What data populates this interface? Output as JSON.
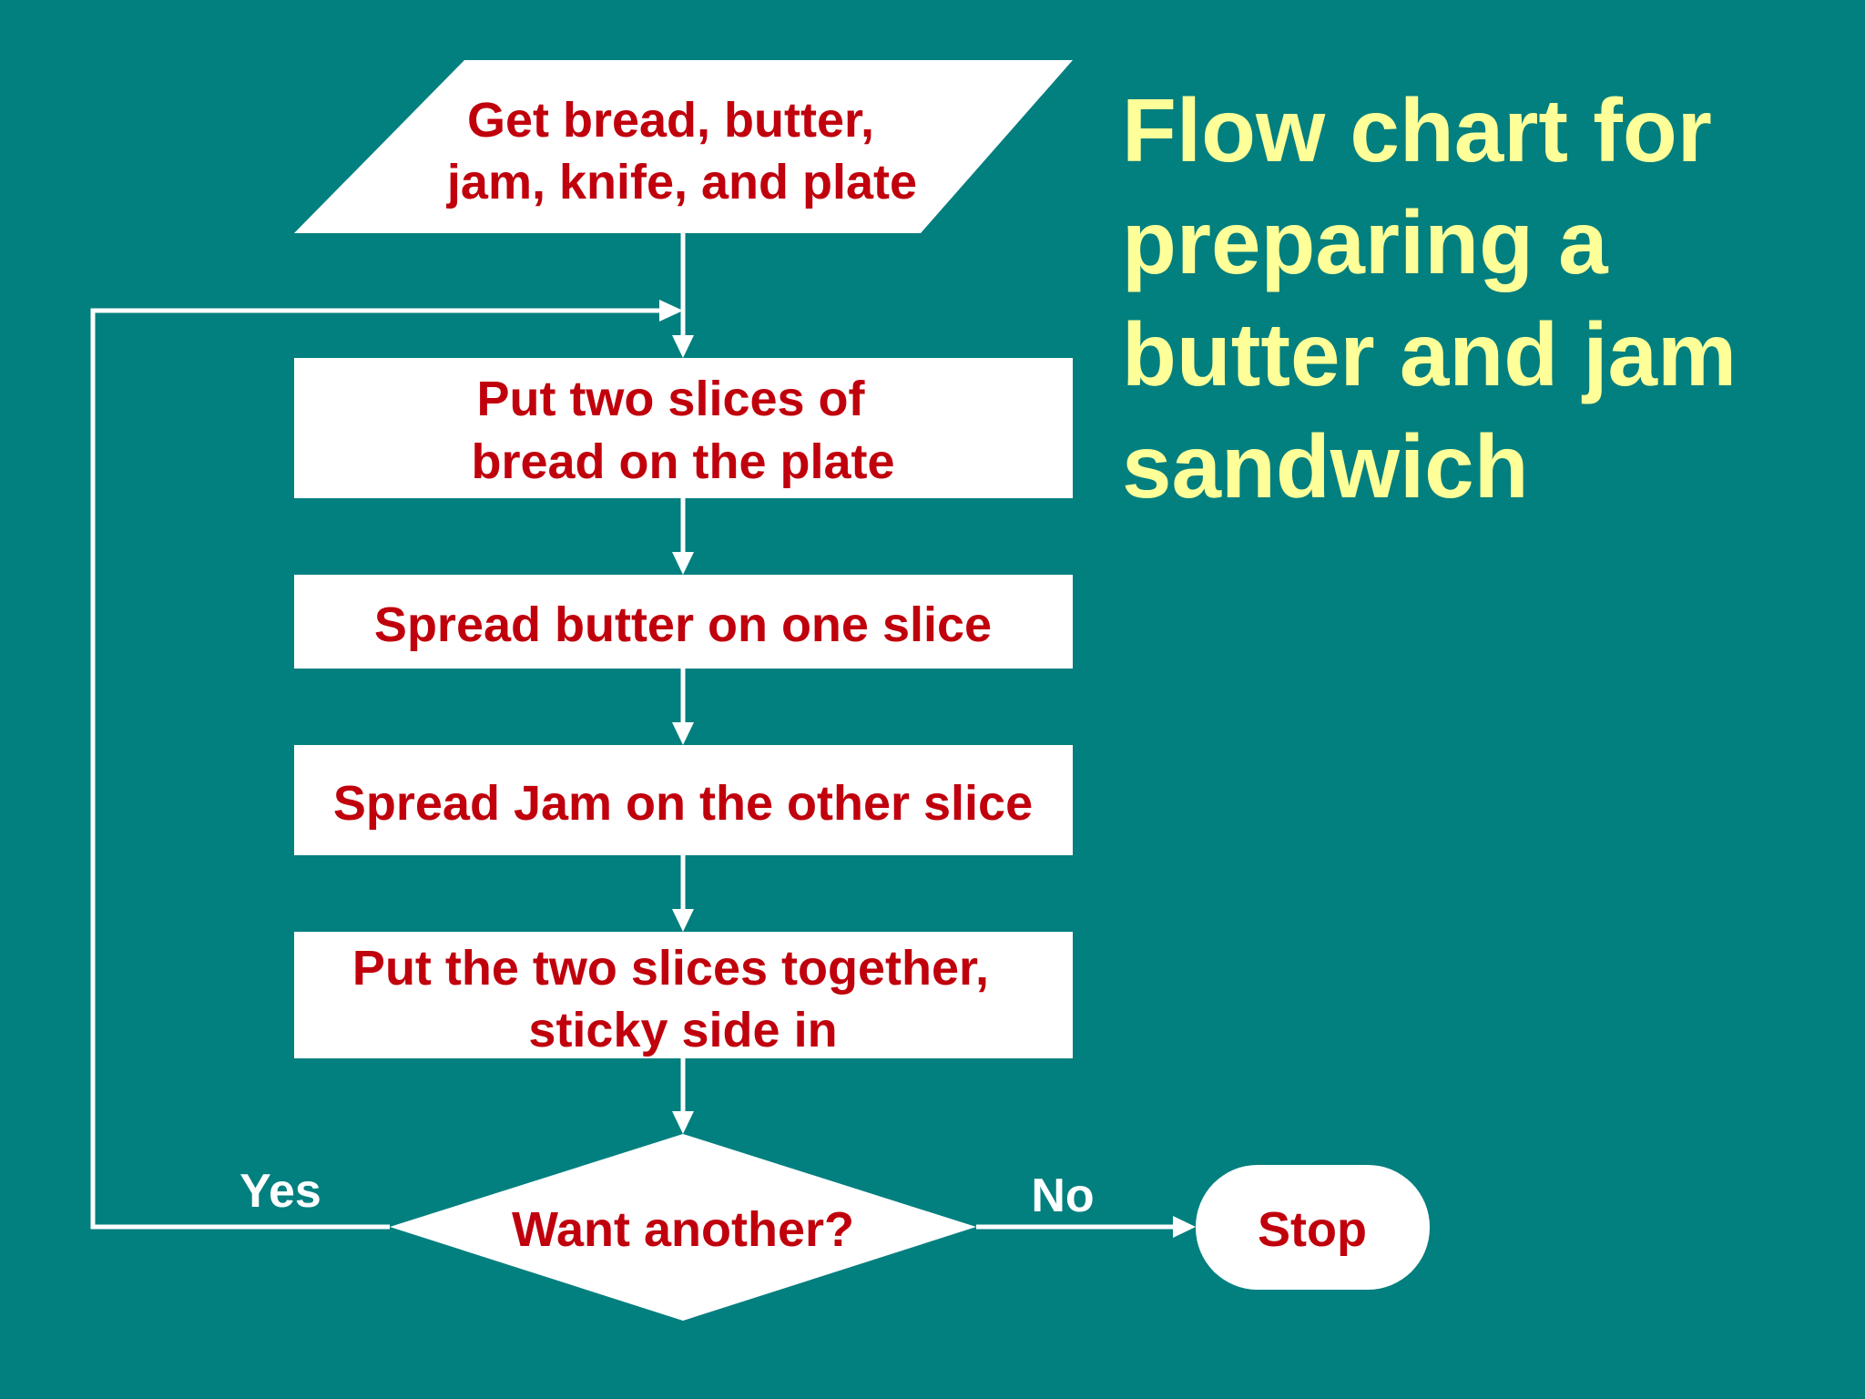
{
  "colors": {
    "background": "#027f7f",
    "box_fill": "#ffffff",
    "box_text": "#c0000c",
    "title_text": "#ffff99",
    "connector": "#ffffff"
  },
  "title": {
    "lines": [
      "Flow chart for",
      "preparing a",
      "butter and jam",
      "sandwich"
    ]
  },
  "nodes": [
    {
      "id": "input",
      "shape": "parallelogram",
      "lines": [
        "Get bread, butter,",
        "jam, knife, and plate"
      ]
    },
    {
      "id": "step1",
      "shape": "rectangle",
      "lines": [
        "Put two slices of",
        "bread on the plate"
      ]
    },
    {
      "id": "step2",
      "shape": "rectangle",
      "lines": [
        "Spread butter on one slice"
      ]
    },
    {
      "id": "step3",
      "shape": "rectangle",
      "lines": [
        "Spread Jam on the other slice"
      ]
    },
    {
      "id": "step4",
      "shape": "rectangle",
      "lines": [
        "Put the two slices together,",
        "sticky side in"
      ]
    },
    {
      "id": "decision",
      "shape": "diamond",
      "lines": [
        "Want another?"
      ]
    },
    {
      "id": "stop",
      "shape": "terminator",
      "lines": [
        "Stop"
      ]
    }
  ],
  "edges": [
    {
      "from": "input",
      "to": "step1"
    },
    {
      "from": "step1",
      "to": "step2"
    },
    {
      "from": "step2",
      "to": "step3"
    },
    {
      "from": "step3",
      "to": "step4"
    },
    {
      "from": "step4",
      "to": "decision"
    },
    {
      "from": "decision",
      "to": "step1",
      "label": "Yes"
    },
    {
      "from": "decision",
      "to": "stop",
      "label": "No"
    }
  ]
}
